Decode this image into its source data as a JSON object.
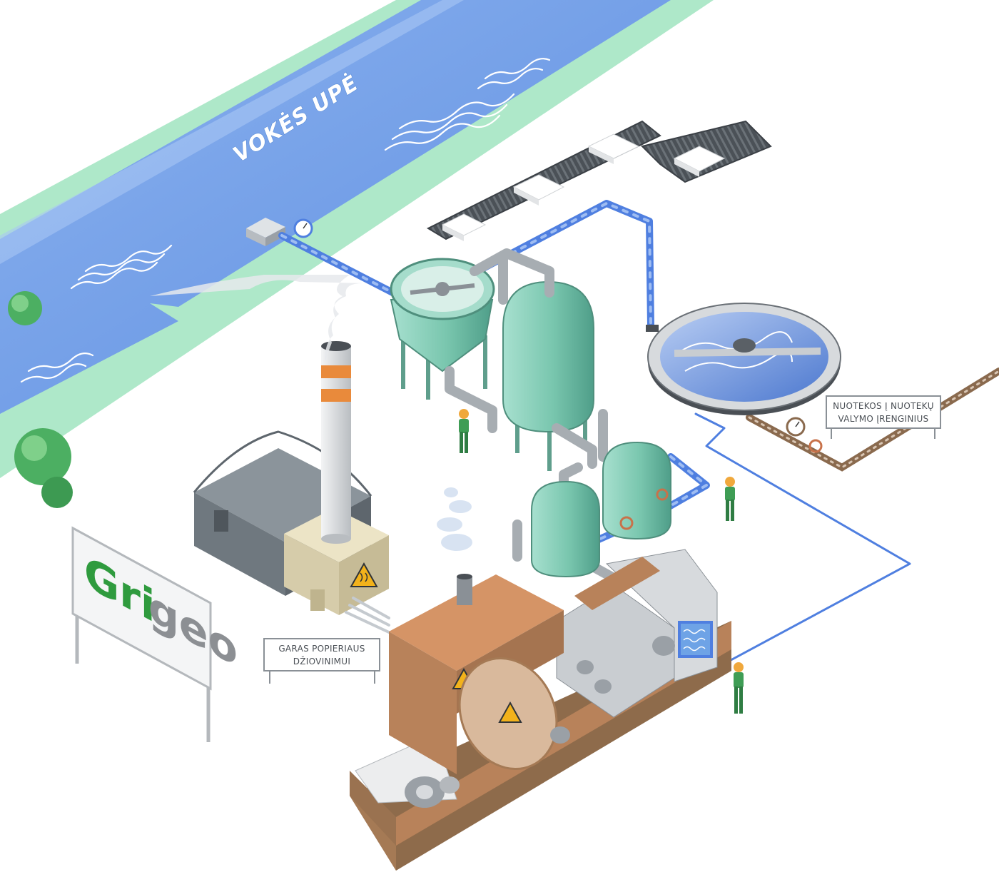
{
  "river": {
    "name": "VOKĖS UPĖ"
  },
  "labels": {
    "steam": [
      "GARAS POPIERIAUS",
      "DŽIOVINIMUI"
    ],
    "wastewater": [
      "NUOTEKOS Į NUOTEKŲ",
      "VALYMO ĮRENGINIUS"
    ]
  },
  "logo": {
    "part1": "Gri",
    "part2": "geo"
  },
  "colors": {
    "grass": "#a9e6c6",
    "river": "#6d9be6",
    "water_pipe": "#4f7fe0",
    "waste_pipe": "#8a6a4e",
    "tank": "#7ccbb4",
    "machine_brown": "#b8825a",
    "warning": "#f2b21b",
    "brand_green": "#2f9b3e",
    "brand_grey": "#8c8f93"
  },
  "icons": [
    "warning-hot-surface-icon",
    "pressure-gauge-icon",
    "valve-wheel-icon",
    "steam-cloud-icon",
    "worker-icon",
    "tree-icon"
  ]
}
